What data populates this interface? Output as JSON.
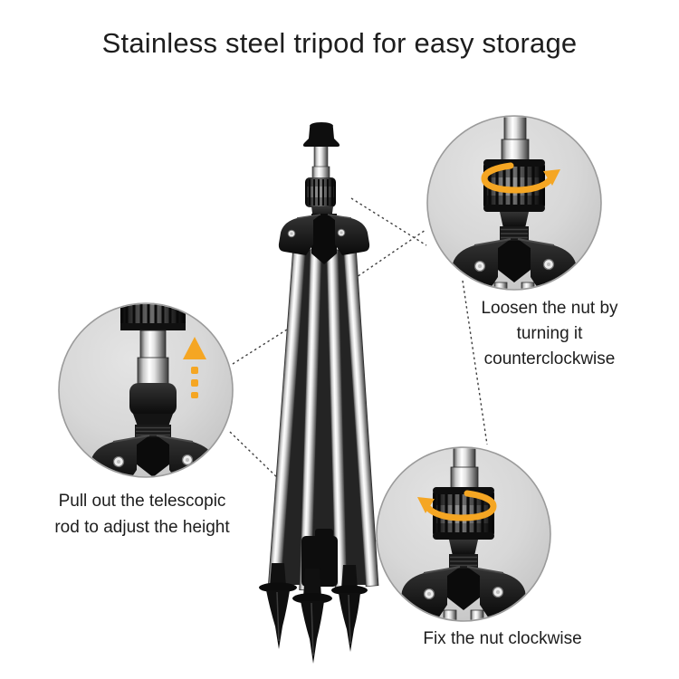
{
  "title": "Stainless steel tripod for easy storage",
  "colors": {
    "accent": "#F5A623",
    "text": "#1d1d1d",
    "background": "#ffffff"
  },
  "callouts": {
    "loosen": {
      "lines": [
        "Loosen the nut by",
        "turning it",
        "counterclockwise"
      ]
    },
    "pull": {
      "lines": [
        "Pull out the telescopic",
        "rod to adjust the height"
      ]
    },
    "fix": {
      "lines": [
        "Fix the nut clockwise"
      ]
    }
  }
}
